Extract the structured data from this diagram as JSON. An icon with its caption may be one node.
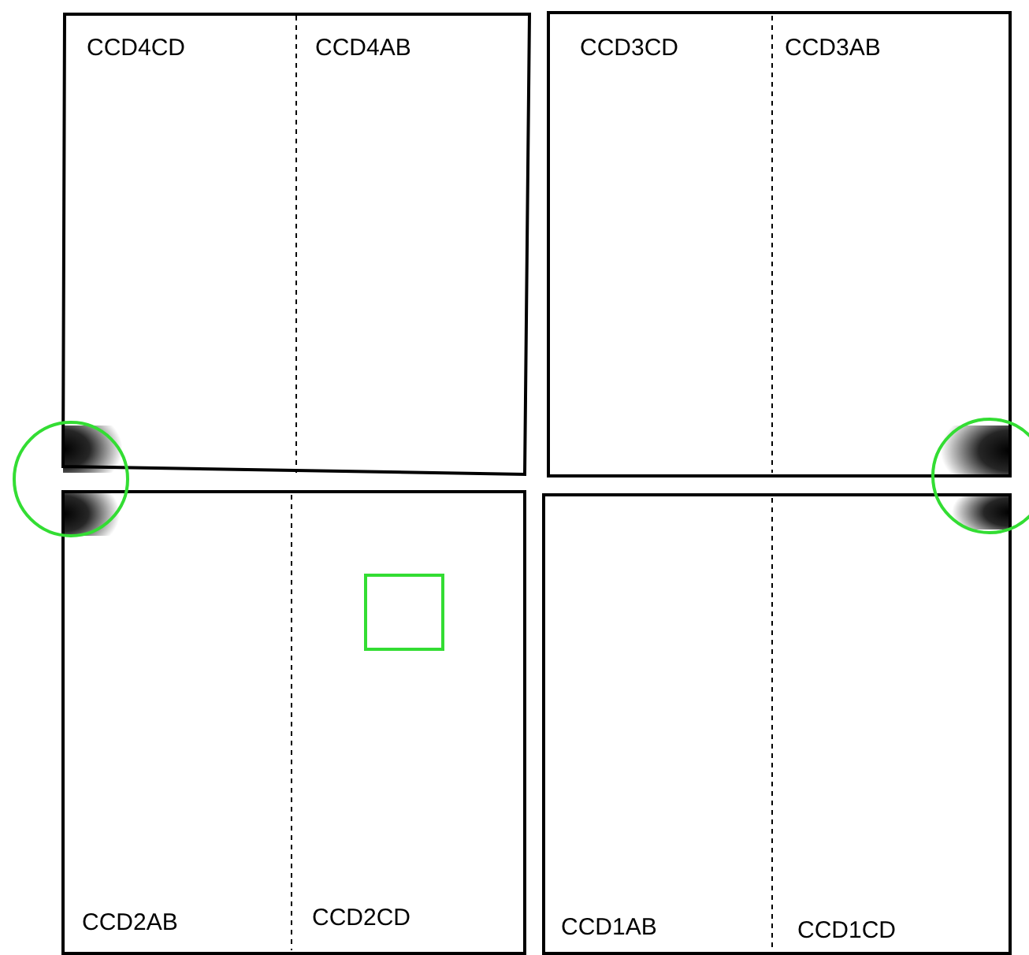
{
  "diagram": {
    "nodes": [
      {
        "text": [
          "CCD4CD",
          "CCD4AB"
        ]
      },
      {
        "text": [
          "CCD3CD",
          "CCD3AB"
        ]
      },
      {
        "text": [
          "CCD2AB",
          "CCD2CD"
        ]
      },
      {
        "text": [
          "CCD1AB",
          "CCD1CD"
        ]
      }
    ]
  }
}
